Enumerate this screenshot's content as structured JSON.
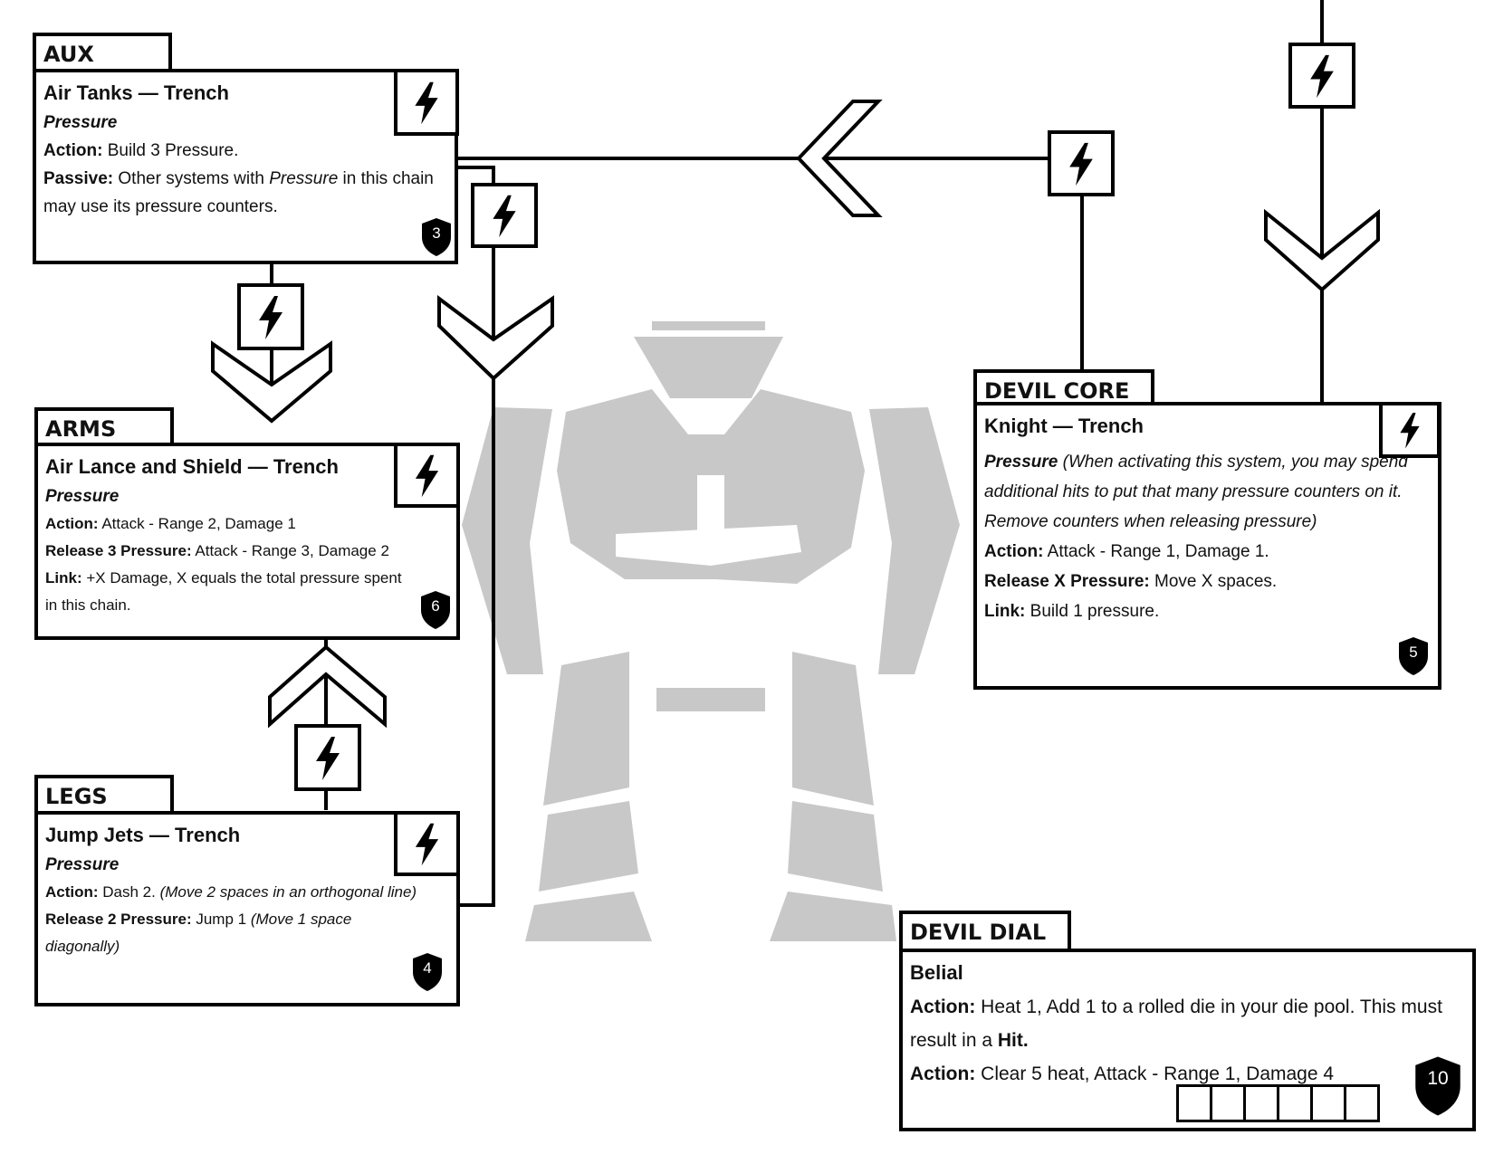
{
  "aux": {
    "tab": "AUX",
    "title": "Air Tanks — Trench",
    "keyword": "Pressure",
    "action_label": "Action:",
    "action_text": " Build 3 Pressure.",
    "passive_label": "Passive:",
    "passive_text_1": " Other systems with ",
    "passive_kw": "Pressure",
    "passive_text_2": " in this chain may use its pressure counters.",
    "shield": "3"
  },
  "arms": {
    "tab": "ARMS",
    "title": "Air Lance and Shield — Trench",
    "keyword": "Pressure",
    "action_label": "Action:",
    "action_text": " Attack - Range 2, Damage 1",
    "release_label": "Release 3 Pressure:",
    "release_text": " Attack - Range 3, Damage 2",
    "link_label": "Link:",
    "link_text": " +X Damage, X equals the total pressure spent in this chain.",
    "shield": "6"
  },
  "legs": {
    "tab": "LEGS",
    "title": "Jump Jets — Trench",
    "keyword": "Pressure",
    "action_label": "Action:",
    "action_text": " Dash 2. ",
    "action_italic": "(Move 2 spaces in an orthogonal line)",
    "release_label": "Release 2 Pressure:",
    "release_text": " Jump 1 ",
    "release_italic": "(Move 1 space diagonally)",
    "shield": "4"
  },
  "core": {
    "tab": "DEVIL CORE",
    "title": "Knight — Trench",
    "keyword": "Pressure",
    "keyword_desc": " (When activating this system, you may spend additional hits to put that many pressure counters on it. Remove counters when releasing pressure)",
    "action_label": "Action:",
    "action_text": " Attack - Range 1, Damage 1.",
    "release_label": "Release X Pressure:",
    "release_text": " Move X spaces.",
    "link_label": "Link:",
    "link_text": " Build 1 pressure.",
    "shield": "5"
  },
  "dial": {
    "tab": "DEVIL DIAL",
    "title": "Belial",
    "action1_label": "Action:",
    "action1_text": " Heat 1, Add 1 to a rolled die in your die pool. This must result in a ",
    "action1_bold": "Hit.",
    "action2_label": "Action:",
    "action2_text": " Clear 5 heat, Attack - Range 1, Damage 4",
    "shield": "10",
    "heat_boxes": 6
  },
  "icons": {
    "power": "lightning-bolt-icon",
    "connector": "chevron-arrow-icon",
    "durability": "shield-icon"
  },
  "colors": {
    "line": "#000000",
    "silhouette": "#c8c8c8",
    "shield": "#000000"
  }
}
